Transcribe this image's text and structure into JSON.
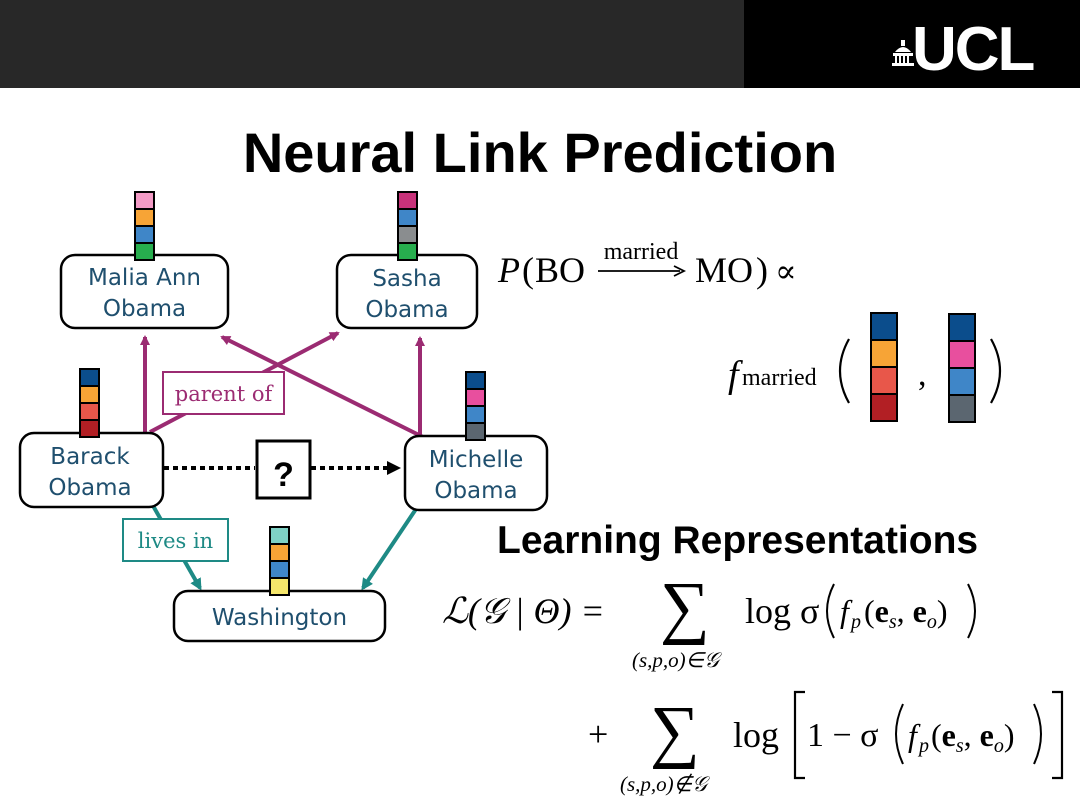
{
  "header": {
    "logo_text": "UCL",
    "logo_icon": "portico-icon"
  },
  "title": "Neural Link Prediction",
  "graph": {
    "nodes": [
      {
        "id": "malia",
        "lines": [
          "Malia Ann",
          "Obama"
        ],
        "vector": [
          "#f39bc6",
          "#f7a436",
          "#3f86c8",
          "#27ae4e"
        ]
      },
      {
        "id": "sasha",
        "lines": [
          "Sasha",
          "Obama"
        ],
        "vector": [
          "#c8327a",
          "#3f86c8",
          "#8a8d8f",
          "#27ae4e"
        ]
      },
      {
        "id": "barack",
        "lines": [
          "Barack",
          "Obama"
        ],
        "vector": [
          "#0b4d8c",
          "#f7a436",
          "#e8574a",
          "#b21f24"
        ]
      },
      {
        "id": "michelle",
        "lines": [
          "Michelle",
          "Obama"
        ],
        "vector": [
          "#0b4d8c",
          "#e84f9e",
          "#3f86c8",
          "#5b6670"
        ]
      },
      {
        "id": "washington",
        "lines": [
          "Washington"
        ],
        "vector": [
          "#7fd1c5",
          "#f7a436",
          "#3f86c8",
          "#f5e66b"
        ]
      }
    ],
    "edge_labels": {
      "parent": "parent of",
      "lives": "lives in",
      "unknown": "?"
    },
    "colors": {
      "parent": "#9b2b72",
      "lives": "#1e8a85",
      "node_text": "#1f4f6e"
    }
  },
  "formula_top": {
    "P": "P",
    "subject": "BO",
    "relation": "married",
    "object": "MO",
    "propto": "∝",
    "f": "f",
    "f_sub": "married",
    "comma": ",",
    "vec_bo": [
      "#0b4d8c",
      "#f7a436",
      "#e8574a",
      "#b21f24"
    ],
    "vec_mo": [
      "#0b4d8c",
      "#e84f9e",
      "#3f86c8",
      "#5b6670"
    ]
  },
  "subtitle": "Learning Representations",
  "loss": {
    "lhs": "ℒ(𝒢 | Θ) =",
    "sum1_sub": "(s,p,o)∈𝒢",
    "term1": "log σ",
    "plus": "+",
    "sum2_sub": "(s,p,o)∉𝒢",
    "term2": "log",
    "one_minus": "1 − σ"
  }
}
